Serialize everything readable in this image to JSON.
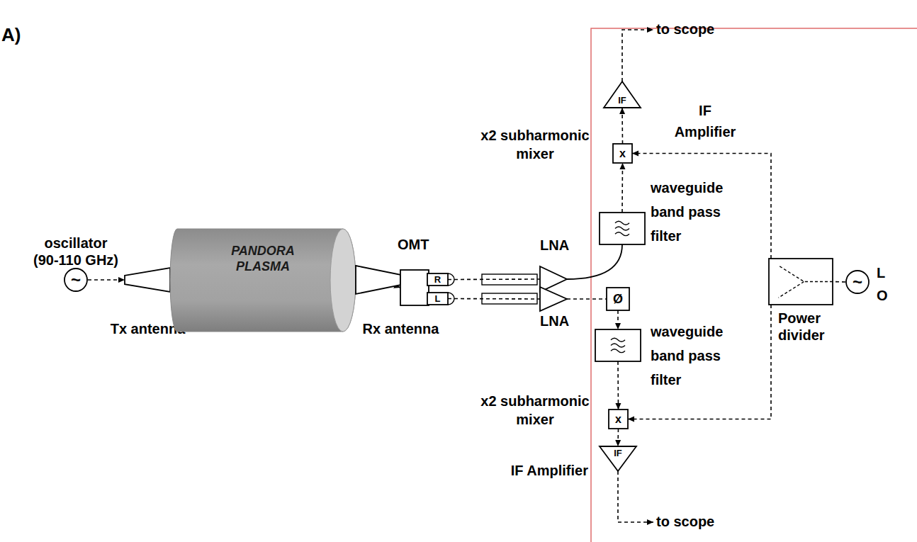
{
  "diagram": {
    "nodes": [
      {
        "text": [
          "~",
          "oscillator (90-110 GHz)"
        ]
      },
      {
        "text": [
          "Tx antenna"
        ]
      },
      {
        "text": [
          "PANDORA PLASMA"
        ]
      },
      {
        "text": [
          "Rx antenna"
        ]
      },
      {
        "text": [
          "OMT"
        ]
      },
      {
        "text": [
          "R"
        ],
        "in": 4
      },
      {
        "text": [
          "L"
        ],
        "in": 4
      },
      {
        "text": [
          "LNA"
        ]
      },
      {
        "text": [
          "LNA"
        ]
      },
      {
        "text": [
          "Ø"
        ]
      },
      {
        "text": [
          "waveguide band pass filter"
        ]
      },
      {
        "text": [
          "x",
          "x2 subharmonic mixer"
        ]
      },
      {
        "text": [
          "IF",
          "IF Amplifier"
        ]
      },
      {
        "text": [
          "waveguide band pass filter"
        ]
      },
      {
        "text": [
          "x",
          "x2 subharmonic mixer"
        ]
      },
      {
        "text": [
          "IF",
          "IF Amplifier"
        ]
      },
      {
        "text": [
          "Power divider"
        ]
      },
      {
        "text": [
          "~",
          "L O"
        ]
      }
    ],
    "edges": [
      {
        "from": 0,
        "to": 1,
        "arrow": "to"
      },
      {
        "from": 2,
        "to": 3,
        "arrow": "to"
      },
      {
        "from": 3,
        "to": 4,
        "arrow": "to"
      },
      {
        "from": 5,
        "to": 7,
        "arrow": "none"
      },
      {
        "from": 6,
        "to": 8,
        "arrow": "none"
      },
      {
        "from": 7,
        "to": 10,
        "arrow": "none"
      },
      {
        "from": 10,
        "to": 11,
        "arrow": "to"
      },
      {
        "from": 11,
        "to": 12,
        "arrow": "to"
      },
      {
        "from": 8,
        "to": 9,
        "arrow": "none"
      },
      {
        "from": 9,
        "to": 13,
        "arrow": "to"
      },
      {
        "from": 13,
        "to": 14,
        "arrow": "to"
      },
      {
        "from": 14,
        "to": 15,
        "arrow": "to"
      },
      {
        "from": 17,
        "to": 16,
        "arrow": "none"
      },
      {
        "from": 16,
        "to": 11,
        "arrow": "to"
      },
      {
        "from": 16,
        "to": 14,
        "arrow": "to"
      }
    ],
    "labels": [
      "A)",
      "to scope",
      "to scope"
    ]
  }
}
